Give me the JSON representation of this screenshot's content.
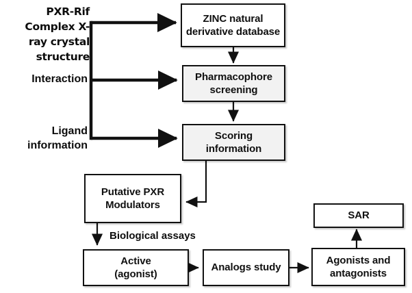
{
  "diagram": {
    "title": "PXR virtual screening workflow flowchart",
    "style": {
      "line_color": "#111111",
      "box_fill": "#ffffff",
      "box_fill_tinted": "#f2f2f2",
      "text_color": "#101010"
    },
    "inputs": [
      {
        "id": "input-pxr-rif",
        "label": "PXR-Rif Complex X-\nray crystal\nstructure"
      },
      {
        "id": "input-interaction",
        "label": "Interaction"
      },
      {
        "id": "input-ligand",
        "label": "Ligand\ninformation"
      }
    ],
    "nodes": [
      {
        "id": "zinc-database",
        "label": "ZINC natural\nderivative database",
        "fill": "plain"
      },
      {
        "id": "pharmacophore-screening",
        "label": "Pharmacophore\nscreening",
        "fill": "tinted"
      },
      {
        "id": "scoring-information",
        "label": "Scoring\ninformation",
        "fill": "tinted"
      },
      {
        "id": "putative-pxr-modulators",
        "label": "Putative PXR\nModulators",
        "fill": "plain"
      },
      {
        "id": "active-agonist",
        "label": "Active\n(agonist)",
        "fill": "plain"
      },
      {
        "id": "analogs-study",
        "label": "Analogs study",
        "fill": "plain"
      },
      {
        "id": "agonists-and-antagonists",
        "label": "Agonists and\nantagonists",
        "fill": "plain"
      },
      {
        "id": "sar",
        "label": "SAR",
        "fill": "plain"
      }
    ],
    "edge_labels": [
      {
        "id": "biological-assays",
        "label": "Biological assays"
      }
    ],
    "edges": [
      {
        "from": "input-pxr-rif",
        "to": "zinc-database"
      },
      {
        "from": "input-interaction",
        "to": "pharmacophore-screening"
      },
      {
        "from": "input-ligand",
        "to": "scoring-information"
      },
      {
        "from": "zinc-database",
        "to": "pharmacophore-screening"
      },
      {
        "from": "pharmacophore-screening",
        "to": "scoring-information"
      },
      {
        "from": "scoring-information",
        "to": "putative-pxr-modulators"
      },
      {
        "from": "putative-pxr-modulators",
        "to": "active-agonist",
        "label": "Biological assays"
      },
      {
        "from": "active-agonist",
        "to": "analogs-study"
      },
      {
        "from": "analogs-study",
        "to": "agonists-and-antagonists"
      },
      {
        "from": "agonists-and-antagonists",
        "to": "sar"
      }
    ]
  }
}
